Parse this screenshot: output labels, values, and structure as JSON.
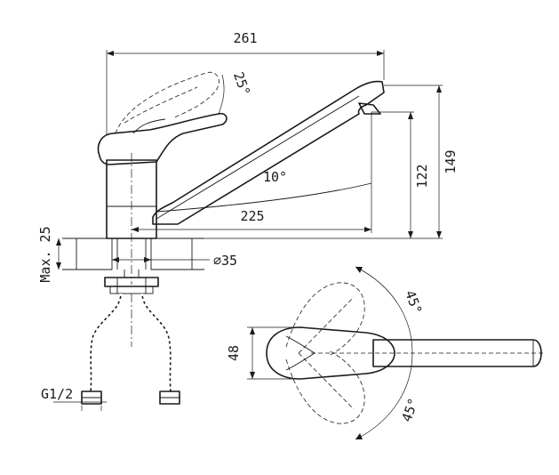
{
  "dimensions": {
    "overall_length": "261",
    "lever_tilt": "25°",
    "spout_angle": "10°",
    "spout_reach": "225",
    "outlet_height": "122",
    "total_height": "149",
    "max_thickness": "Max. 25",
    "hole_diameter": "∅35",
    "connection_thread": "G1/2",
    "body_width": "48",
    "rotation_up": "45°",
    "rotation_down": "45°"
  },
  "colors": {
    "ink": "#1a1a1a",
    "background": "#ffffff"
  }
}
